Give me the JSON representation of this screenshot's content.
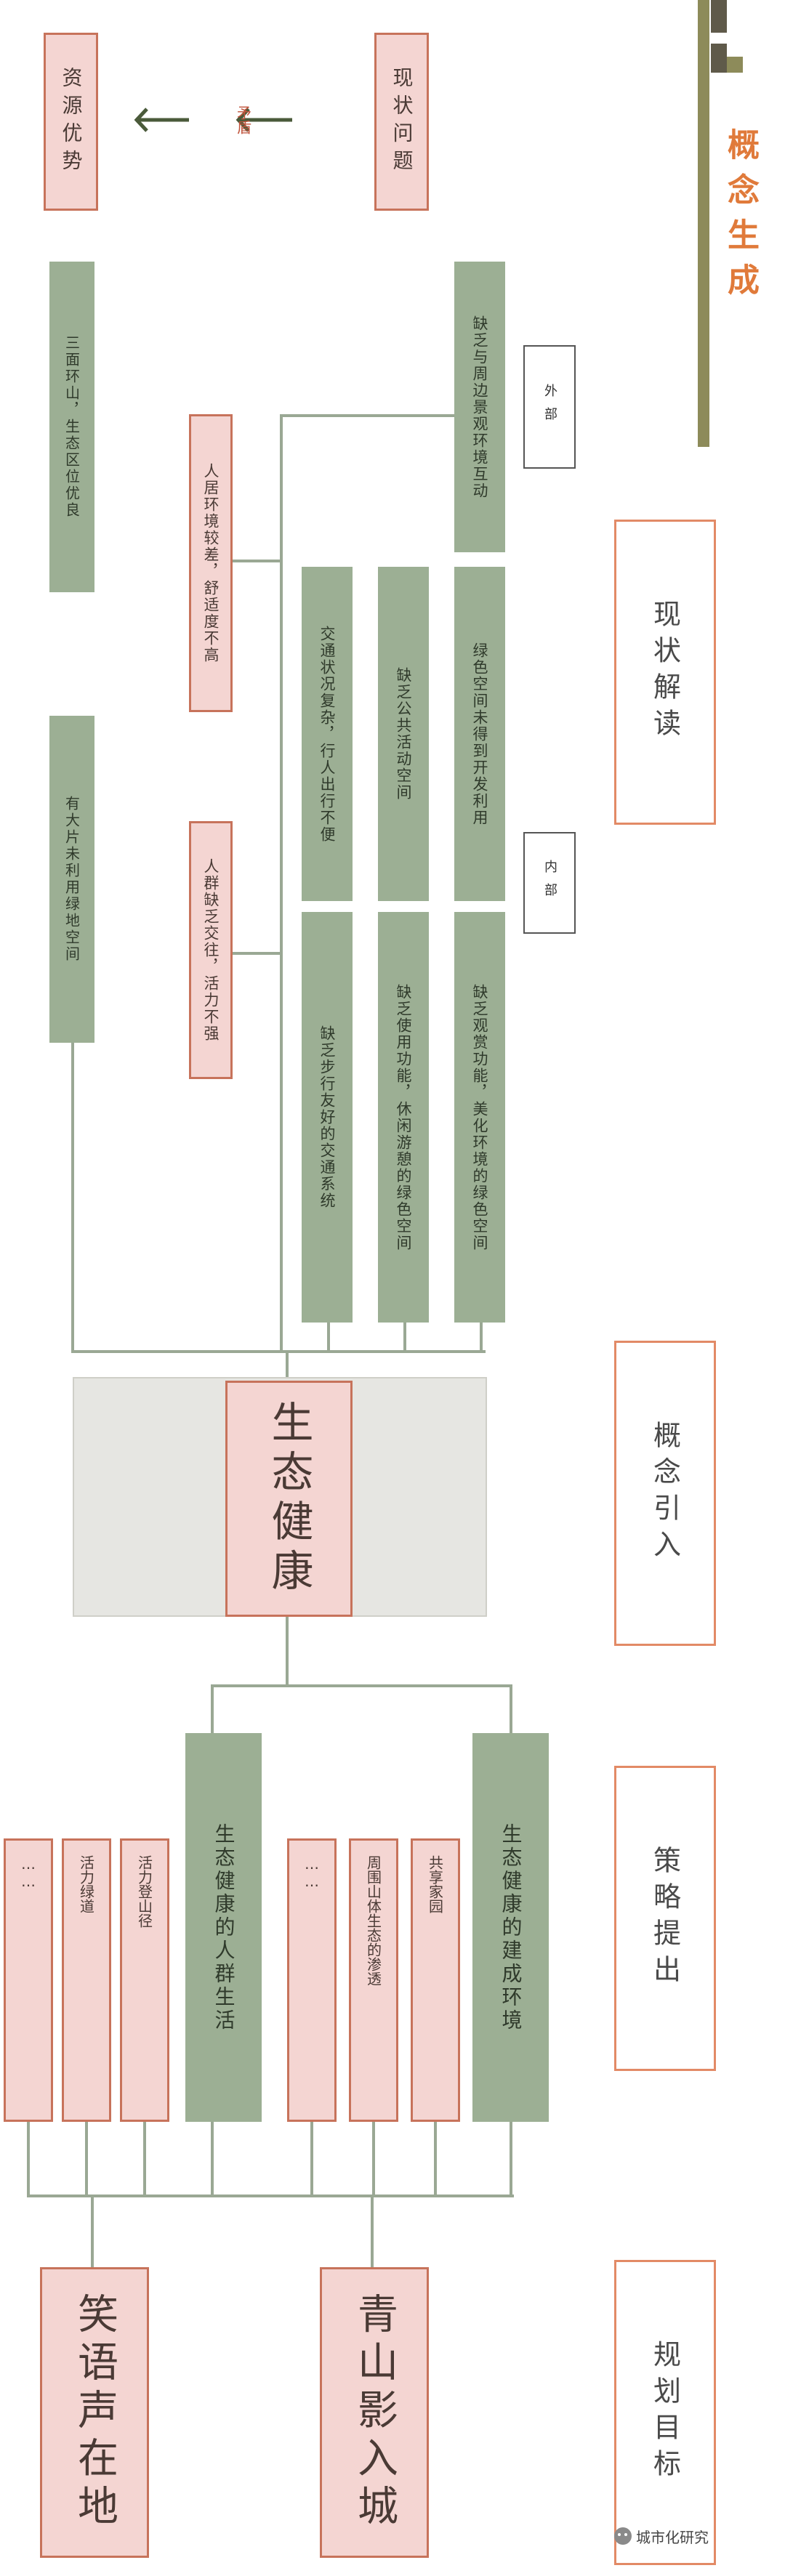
{
  "header": {
    "title": "概念生成",
    "colors": {
      "olive": "#8d8b5a",
      "dark": "#5f5a4a",
      "orange": "#e07a3a"
    }
  },
  "analysis": {
    "problem": "现状问题",
    "contradiction": "矛盾",
    "advantage": "资源优势",
    "advantage_detail": "三面环山，生态区位优良",
    "external_label": "外部",
    "internal_label": "内部",
    "external_issues": [
      "缺乏与周边景观环境互动",
      "绿色空间未得到开发利用"
    ],
    "internal_issues": [
      "缺乏观赏功能，美化环境的绿色空间",
      "缺乏公共活动空间",
      "缺乏使用功能，休闲游憩的绿色空间",
      "交通状况复杂，行人出行不便",
      "缺乏步行友好的交通系统"
    ],
    "resident_issues": [
      "人居环境较差，舒适度不高",
      "人群缺乏交往，活力不强"
    ],
    "unused_space": "有大片未利用绿地空间"
  },
  "sections": {
    "reading": "现状解读",
    "concept": "概念引入",
    "strategy": "策略提出",
    "goal": "规划目标"
  },
  "concept": {
    "core": "生态健康"
  },
  "strategy": {
    "env_title": "生态健康的建成环境",
    "env_items": [
      "共享家园",
      "周围山体生态的渗透",
      "……"
    ],
    "life_title": "生态健康的人群生活",
    "life_items": [
      "活力登山径",
      "活力绿道",
      "……"
    ]
  },
  "goals": {
    "left": "笑语声在地",
    "right": "青山影入城"
  },
  "watermark": "城市化研究"
}
